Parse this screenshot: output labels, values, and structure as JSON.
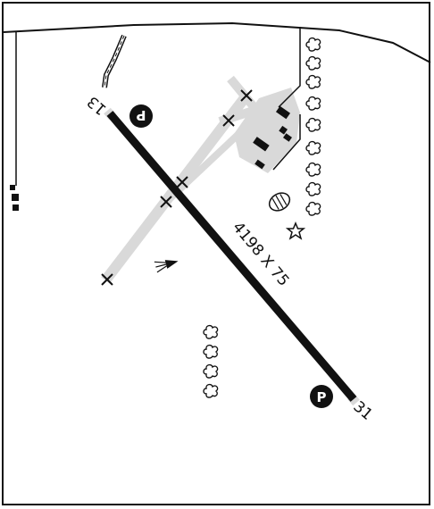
{
  "diagram": {
    "runway": {
      "designator_top": "13",
      "designator_bottom": "31",
      "dimensions_label": "4198 X 75"
    },
    "parking_marker": "P",
    "colors": {
      "ink": "#111111",
      "pavement": "#d9d9d9",
      "background": "#ffffff"
    },
    "symbols": {
      "closed_runway_marks": "x-mark",
      "wind_indicator": "wind-cone-icon",
      "beacon": "rotating-beacon-star-icon",
      "fuel": "fuel-oval-icon",
      "trees": "tree-icon"
    }
  }
}
